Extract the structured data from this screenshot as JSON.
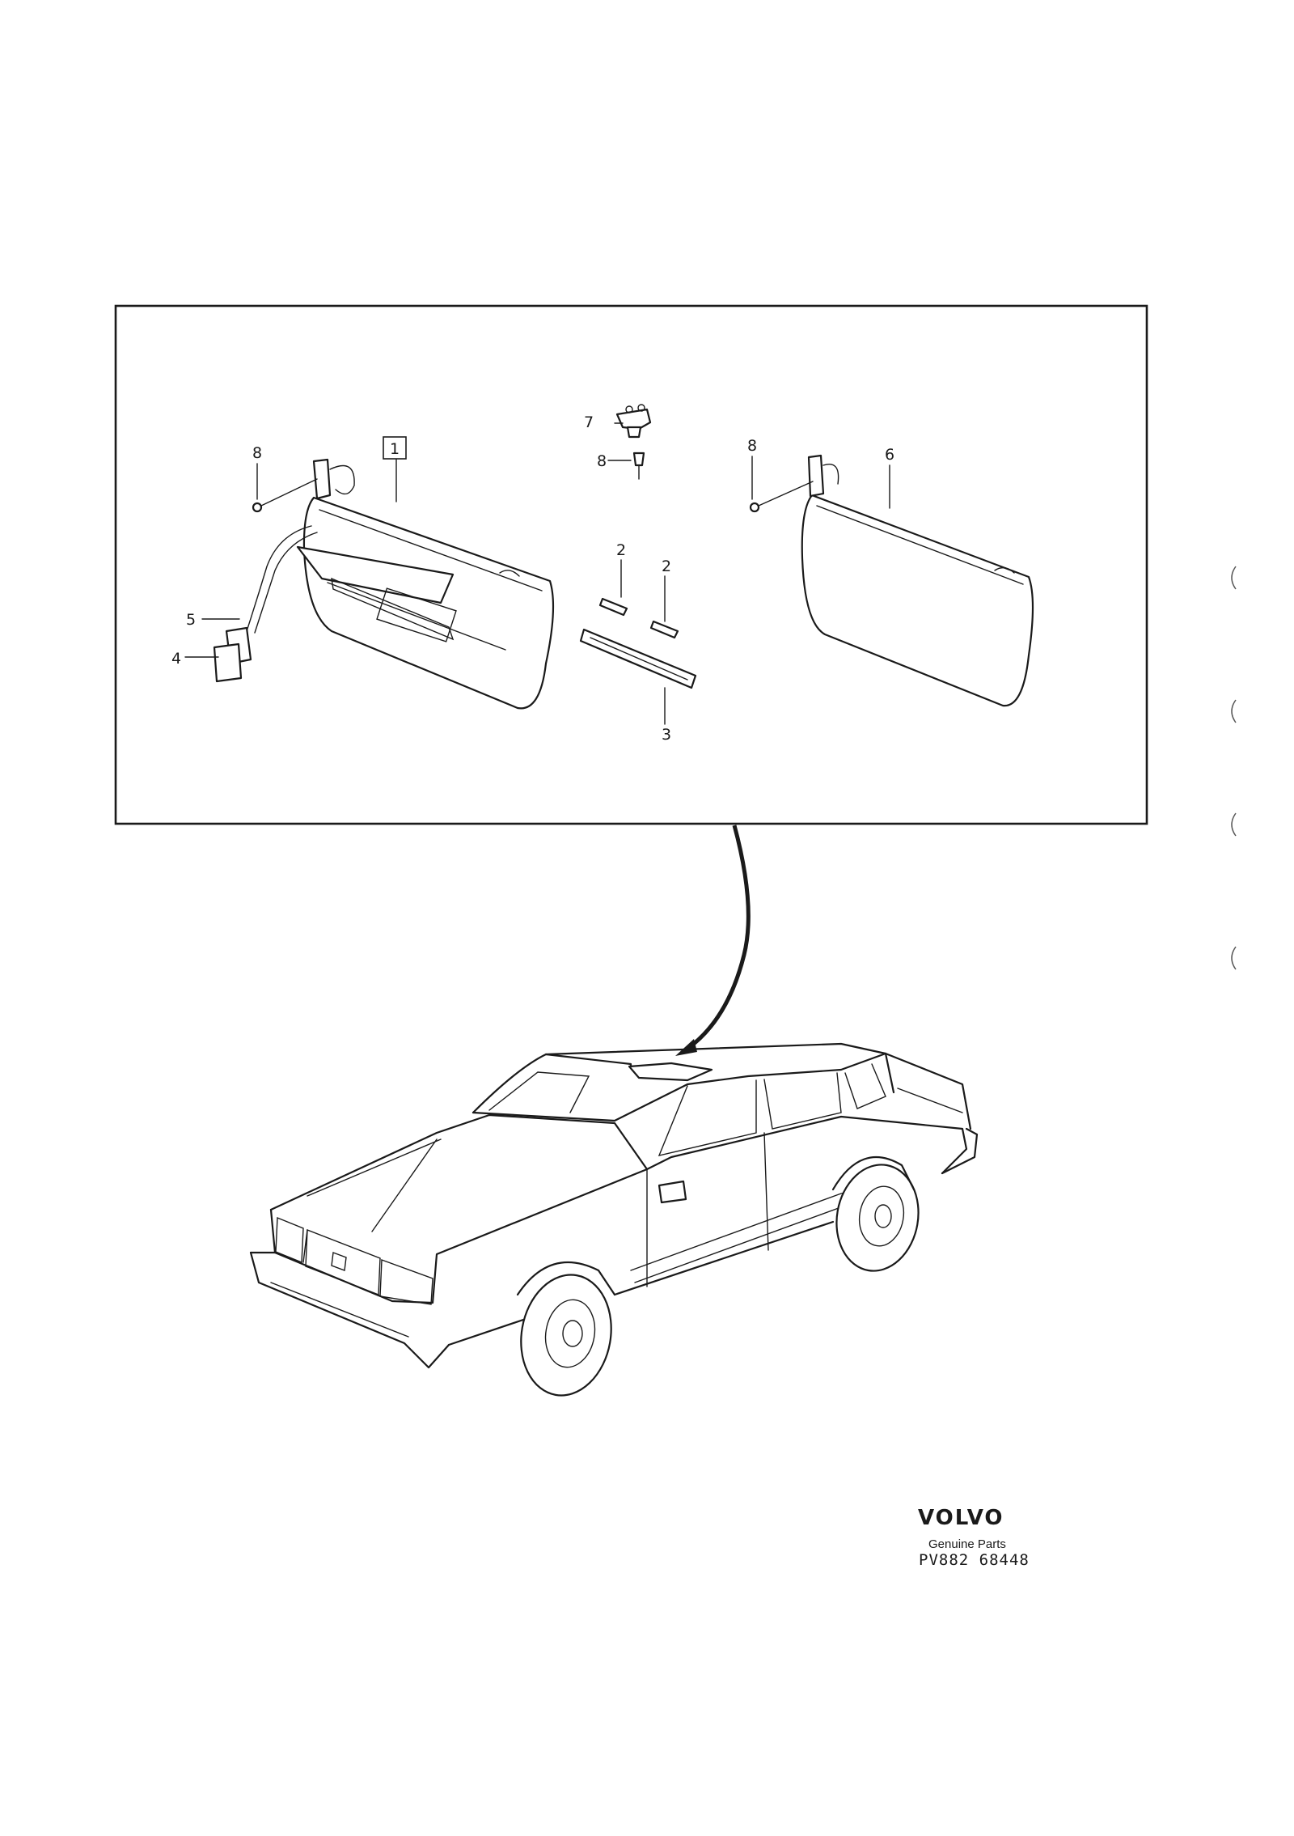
{
  "callouts": {
    "c1": "1",
    "c2a": "2",
    "c2b": "2",
    "c3": "3",
    "c4": "4",
    "c5": "5",
    "c6": "6",
    "c7": "7",
    "c8a": "8",
    "c8b": "8",
    "c8c": "8"
  },
  "brand": {
    "logo": "VOLVO",
    "subtitle": "Genuine Parts",
    "code": "PV882 68448"
  },
  "icons": [
    "sun-visor-with-mirror",
    "sun-visor",
    "visor-clip",
    "screw",
    "lamp-bulb",
    "lamp-lens",
    "connector",
    "car-sedan",
    "pointer-arrow"
  ],
  "colors": {
    "ink": "#1a1a1a",
    "paper": "#ffffff"
  }
}
